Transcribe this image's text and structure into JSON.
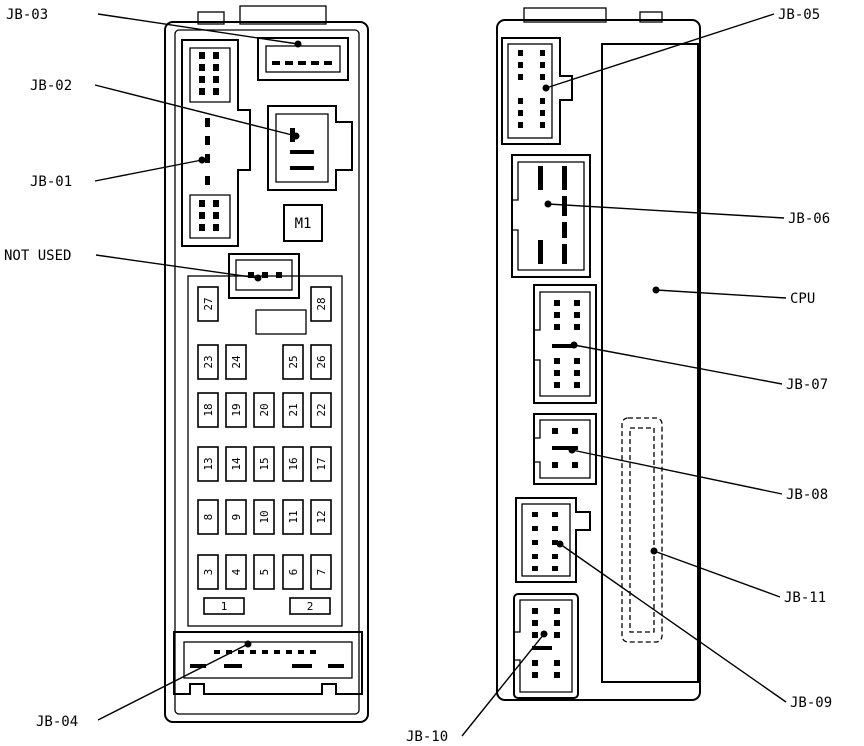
{
  "callouts": {
    "jb03": "JB-03",
    "jb02": "JB-02",
    "jb01": "JB-01",
    "not_used": "NOT USED",
    "jb04": "JB-04",
    "jb05": "JB-05",
    "jb06": "JB-06",
    "cpu": "CPU",
    "jb07": "JB-07",
    "jb08": "JB-08",
    "jb11": "JB-11",
    "jb09": "JB-09",
    "jb10": "JB-10"
  },
  "relay_label": "M1",
  "fuses": [
    "1",
    "2",
    "3",
    "4",
    "5",
    "6",
    "7",
    "8",
    "9",
    "10",
    "11",
    "12",
    "13",
    "14",
    "15",
    "16",
    "17",
    "18",
    "19",
    "20",
    "21",
    "22",
    "23",
    "24",
    "25",
    "26",
    "27",
    "28"
  ]
}
